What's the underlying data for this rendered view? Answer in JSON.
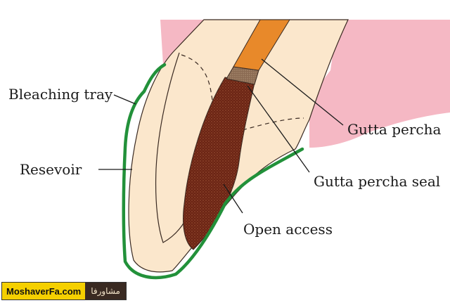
{
  "labels": {
    "bleaching_tray": "Bleaching tray",
    "reservoir": "Resevoir",
    "gutta_percha": "Gutta percha",
    "gutta_percha_seal": "Gutta percha seal",
    "open_access": "Open access"
  },
  "watermark": {
    "site": "MoshaverFa.com",
    "persian": "مشاورفا"
  },
  "colors": {
    "gum": "#f5b8c4",
    "tooth": "#fbe7cc",
    "tray": "#22913a",
    "gutta_percha": "#e8892a",
    "seal": "#8a6a52",
    "open_access": "#6b2414"
  }
}
